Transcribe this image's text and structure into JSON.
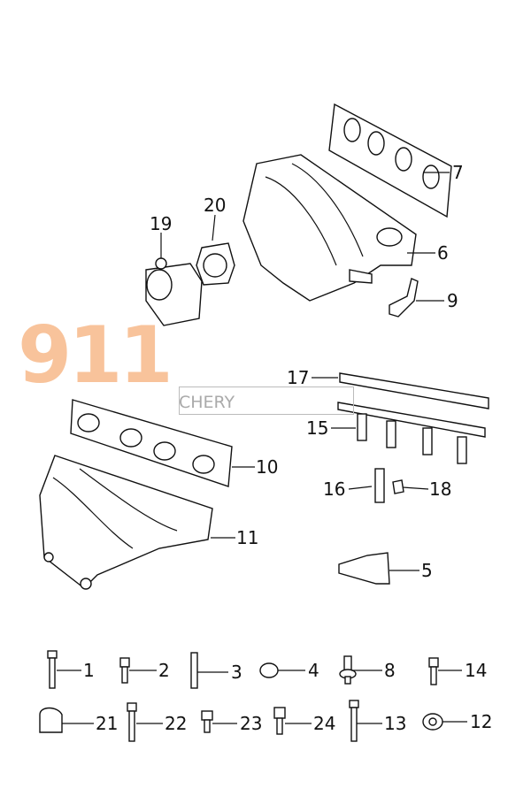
{
  "watermark": {
    "brand": "CHERY",
    "number": "911",
    "color": "#f7b98a"
  },
  "callouts": {
    "c1": "1",
    "c2": "2",
    "c3": "3",
    "c4": "4",
    "c5": "5",
    "c6": "6",
    "c7": "7",
    "c8": "8",
    "c9": "9",
    "c10": "10",
    "c11": "11",
    "c12": "12",
    "c13": "13",
    "c14": "14",
    "c15": "15",
    "c16": "16",
    "c17": "17",
    "c18": "18",
    "c19": "19",
    "c20": "20",
    "c21": "21",
    "c22": "22",
    "c23": "23",
    "c24": "24"
  }
}
